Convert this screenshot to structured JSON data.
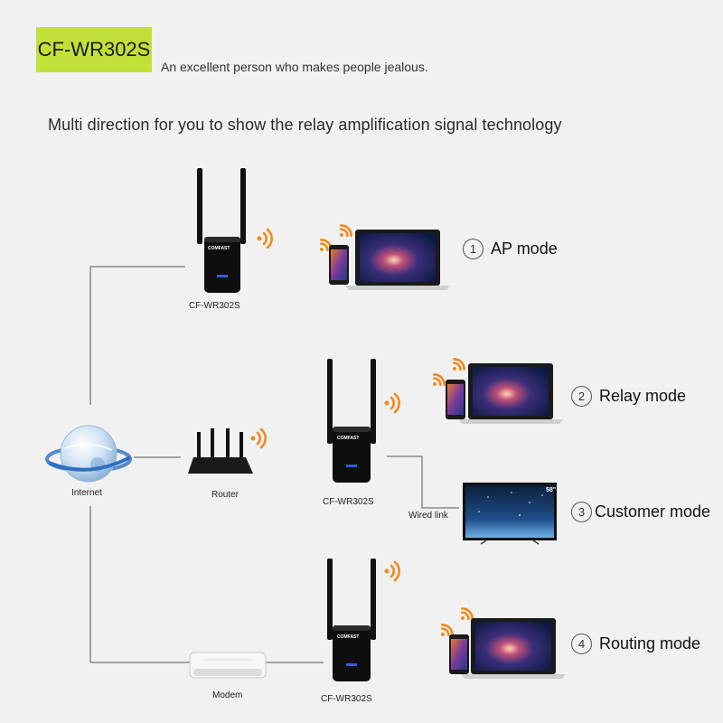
{
  "header": {
    "product_name": "CF-WR302S",
    "tagline": "An excellent person who makes people jealous.",
    "subtitle": "Multi direction for you to show the relay amplification signal technology"
  },
  "nodes": {
    "internet": "Internet",
    "router": "Router",
    "modem": "Modem",
    "repeater_1": "CF-WR302S",
    "repeater_2": "CF-WR302S",
    "repeater_3": "CF-WR302S",
    "wired_link": "Wired link",
    "tv_size": "58\"",
    "brand": "COMFAST"
  },
  "modes": [
    {
      "number": "1",
      "label": "AP mode"
    },
    {
      "number": "2",
      "label": "Relay mode"
    },
    {
      "number": "3",
      "label": "Customer mode"
    },
    {
      "number": "4",
      "label": "Routing mode"
    }
  ],
  "colors": {
    "badge": "#c3df3a",
    "wifi": "#f08a1c",
    "device": "#111111",
    "line": "#555555"
  }
}
